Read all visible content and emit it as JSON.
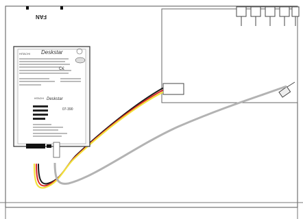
{
  "chassis": {
    "fan_label": "FAN"
  },
  "drive": {
    "brand_top": "HITACHI",
    "model_top": "Deskstar",
    "brand_bottom": "HITACHI",
    "model_bottom": "Deskstar",
    "capacity": "07-390"
  },
  "colors": {
    "outline": "#4a4a4a",
    "panel": "#ffffff",
    "cable_yellow": "#f2e23c",
    "cable_red": "#d92a2a",
    "cable_black": "#1a1a1a",
    "cable_gray": "#b3b3b3"
  }
}
